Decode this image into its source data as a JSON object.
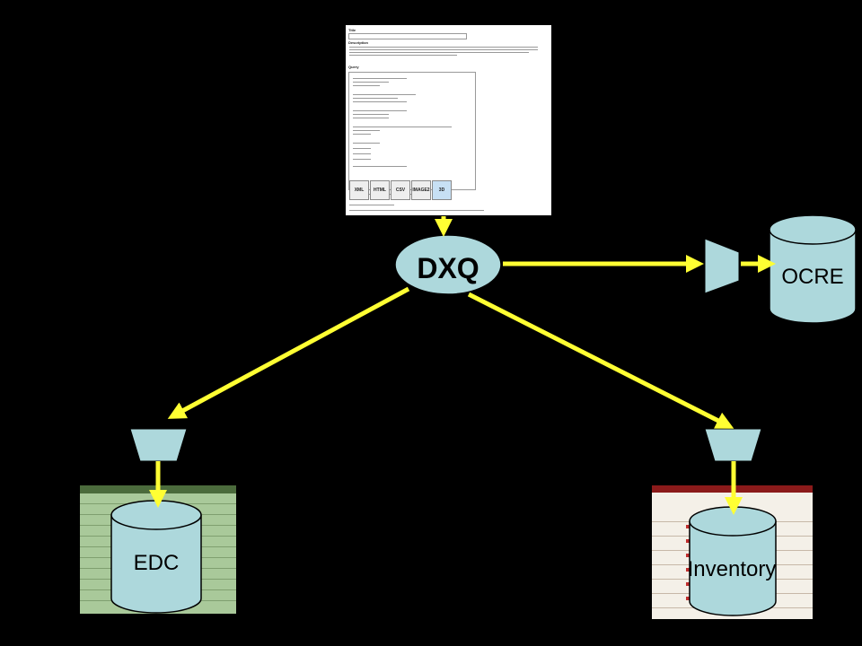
{
  "nodes": {
    "dxq": "DXQ",
    "ocre": "OCRE",
    "edc": "EDC",
    "inventory": "Inventory"
  },
  "query_page": {
    "title_label": "Title",
    "description_label": "Description",
    "query_label": "Query",
    "formats": [
      "XML",
      "HTML",
      "CSV",
      "IMAGE2",
      "3D"
    ]
  },
  "colors": {
    "background": "#000000",
    "arrow": "#ffff33",
    "shape": "#add8dc",
    "shape_outline": "#000000"
  }
}
